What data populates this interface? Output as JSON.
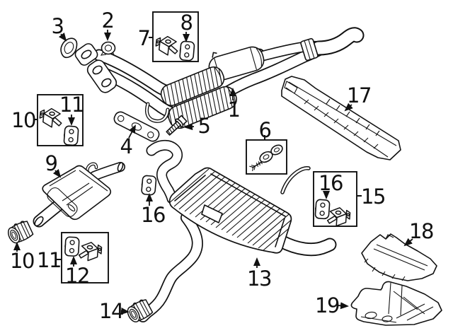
{
  "diagram": {
    "type": "exhaust-system-parts-diagram",
    "colors": {
      "line": "#111111",
      "background": "#ffffff"
    },
    "callouts": {
      "c1": "1",
      "c2": "2",
      "c3": "3",
      "c4": "4",
      "c5": "5",
      "c6": "6",
      "c7": "7",
      "c8": "8",
      "c9": "9",
      "c10a": "10",
      "c10b": "10",
      "c11a": "11",
      "c11b": "11",
      "c12": "12",
      "c13": "13",
      "c14": "14",
      "c15": "15",
      "c16a": "16",
      "c16b": "16",
      "c17": "17",
      "c18": "18",
      "c19": "19"
    }
  }
}
